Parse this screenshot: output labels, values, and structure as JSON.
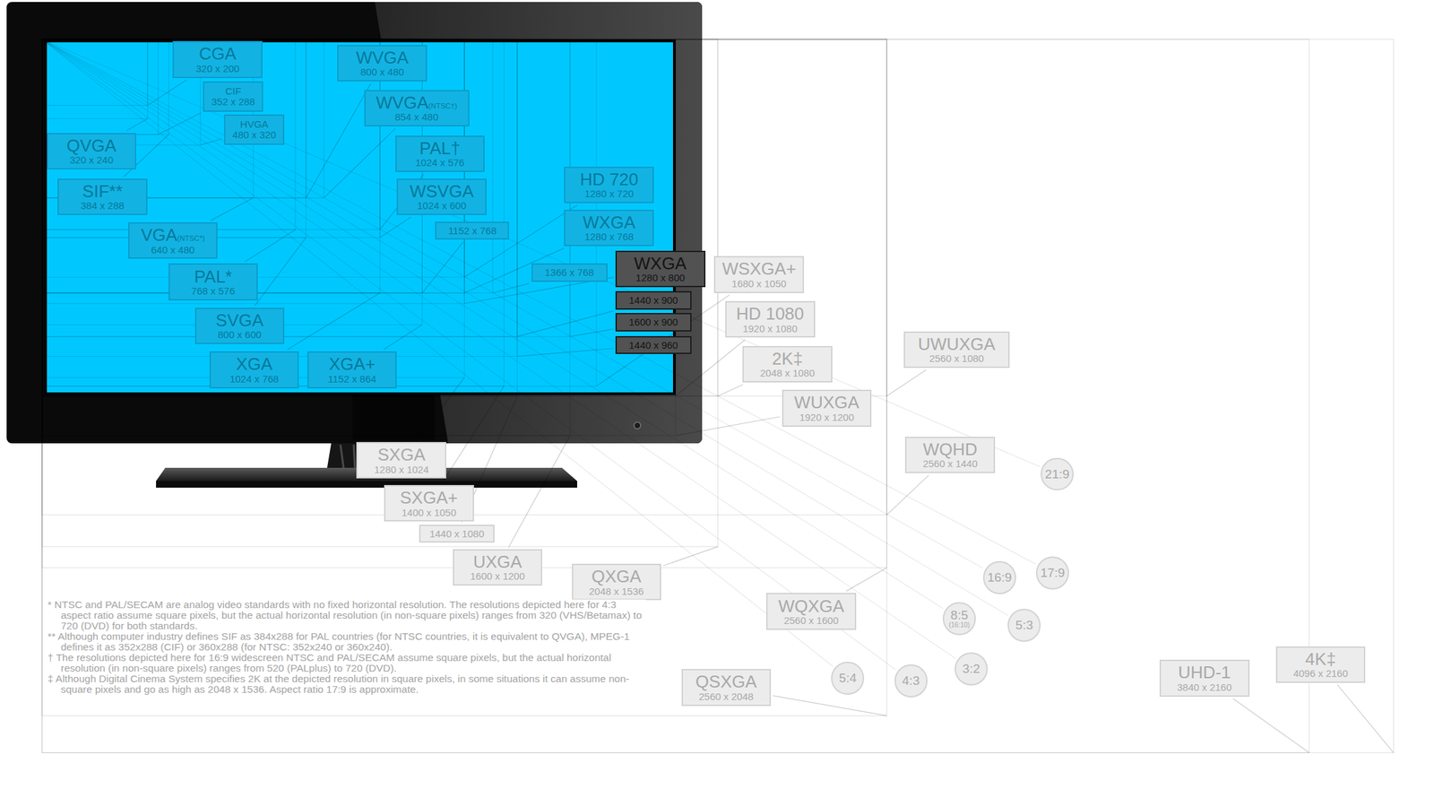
{
  "diagram": {
    "nodes": [
      {
        "text": [
          "CGA",
          "320 x 200"
        ]
      },
      {
        "text": [
          "CIF",
          "352 x 288"
        ]
      },
      {
        "text": [
          "HVGA",
          "480 x 320"
        ]
      },
      {
        "text": [
          "QVGA",
          "320 x 240"
        ]
      },
      {
        "text": [
          "SIF**",
          "384 x 288"
        ]
      },
      {
        "text": [
          "VGA",
          "(NTSC*)",
          "640 x 480"
        ]
      },
      {
        "text": [
          "PAL*",
          "768 x 576"
        ]
      },
      {
        "text": [
          "SVGA",
          "800 x 600"
        ]
      },
      {
        "text": [
          "XGA",
          "1024 x 768"
        ]
      },
      {
        "text": [
          "XGA+",
          "1152 x 864"
        ]
      },
      {
        "text": [
          "WVGA",
          "800 x 480"
        ]
      },
      {
        "text": [
          "WVGA",
          "(NTSC†)",
          "854 x 480"
        ]
      },
      {
        "text": [
          "PAL†",
          "1024 x 576"
        ]
      },
      {
        "text": [
          "WSVGA",
          "1024 x 600"
        ]
      },
      {
        "text": [
          "1152 x 768"
        ]
      },
      {
        "text": [
          "HD 720",
          "1280 x 720"
        ]
      },
      {
        "text": [
          "WXGA",
          "1280 x 768"
        ]
      },
      {
        "text": [
          "1366 x 768"
        ]
      },
      {
        "text": [
          "WXGA",
          "1280 x 800"
        ]
      },
      {
        "text": [
          "1440 x 900"
        ]
      },
      {
        "text": [
          "1600 x 900"
        ]
      },
      {
        "text": [
          "1440 x 960"
        ]
      },
      {
        "text": [
          "WSXGA+",
          "1680 x 1050"
        ]
      },
      {
        "text": [
          "HD 1080",
          "1920 x 1080"
        ]
      },
      {
        "text": [
          "2K‡",
          "2048 x 1080"
        ]
      },
      {
        "text": [
          "WUXGA",
          "1920 x 1200"
        ]
      },
      {
        "text": [
          "UWUXGA",
          "2560 x 1080"
        ]
      },
      {
        "text": [
          "WQHD",
          "2560 x 1440"
        ]
      },
      {
        "text": [
          "SXGA",
          "1280 x 1024"
        ]
      },
      {
        "text": [
          "SXGA+",
          "1400 x 1050"
        ]
      },
      {
        "text": [
          "1440 x 1080"
        ]
      },
      {
        "text": [
          "UXGA",
          "1600 x 1200"
        ]
      },
      {
        "text": [
          "QXGA",
          "2048 x 1536"
        ]
      },
      {
        "text": [
          "WQXGA",
          "2560 x 1600"
        ]
      },
      {
        "text": [
          "QSXGA",
          "2560 x 2048"
        ]
      },
      {
        "text": [
          "UHD-1",
          "3840 x 2160"
        ]
      },
      {
        "text": [
          "4K‡",
          "4096 x 2160"
        ]
      },
      {
        "text": [
          "21:9"
        ]
      },
      {
        "text": [
          "16:9"
        ]
      },
      {
        "text": [
          "17:9"
        ]
      },
      {
        "text": [
          "8:5",
          "(16:10)"
        ]
      },
      {
        "text": [
          "5:3"
        ]
      },
      {
        "text": [
          "5:4"
        ]
      },
      {
        "text": [
          "4:3"
        ]
      },
      {
        "text": [
          "3:2"
        ]
      }
    ],
    "labels": [
      "* NTSC and PAL/SECAM are analog video standards with no fixed horizontal resolution. The resolutions depicted here for 4:3 aspect ratio assume square pixels, but the actual horizontal resolution (in non-square pixels) ranges from 320 (VHS/Betamax) to 720 (DVD) for both standards.",
      "** Although computer industry defines SIF as 384x288 for PAL countries (for NTSC countries, it is equivalent to QVGA), MPEG-1 defines it as 352x288 (CIF) or 360x288 (for NTSC: 352x240 or 360x240).",
      "† The resolutions depicted here for 16:9 widescreen NTSC and PAL/SECAM assume square pixels, but the actual horizontal resolution (in non-square pixels) ranges from 520 (PALplus) to 720 (DVD).",
      "‡ Although Digital Cinema System specifies 2K at the depicted resolution in square pixels, in some situations it can assume non-square pixels and go as high as 2048 x 1536. Aspect ratio 17:9 is approximate."
    ]
  }
}
